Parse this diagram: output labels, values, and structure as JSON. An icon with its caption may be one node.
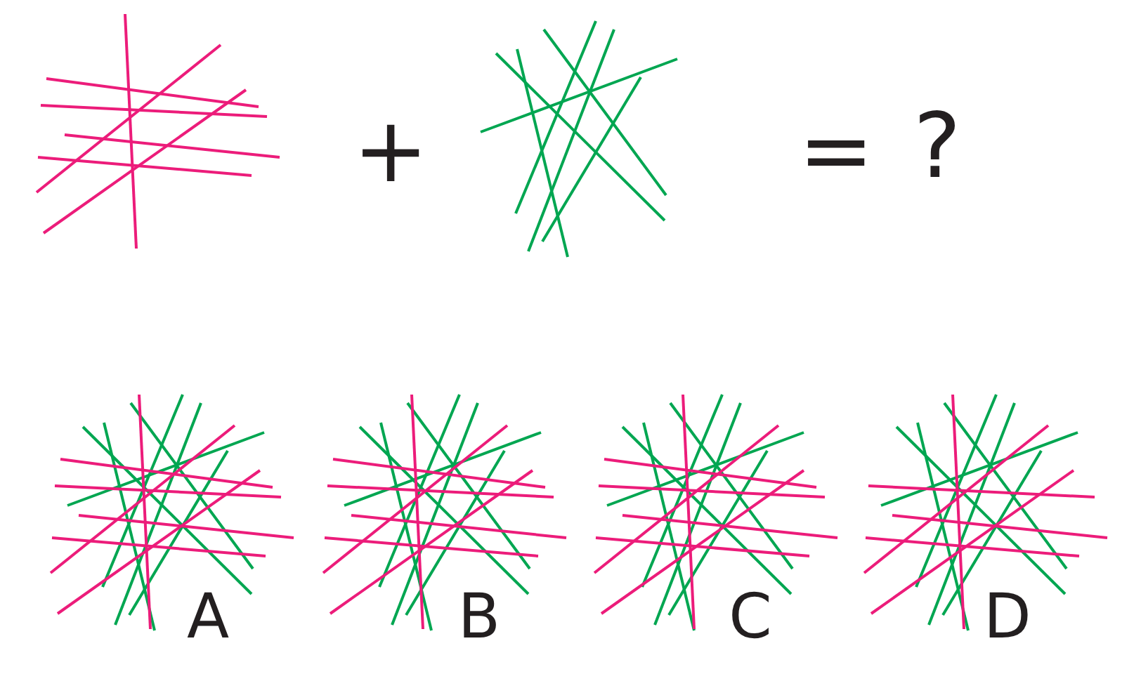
{
  "diagram": {
    "labels": [
      "+",
      "=",
      "?",
      "A",
      "B",
      "C",
      "D"
    ]
  }
}
